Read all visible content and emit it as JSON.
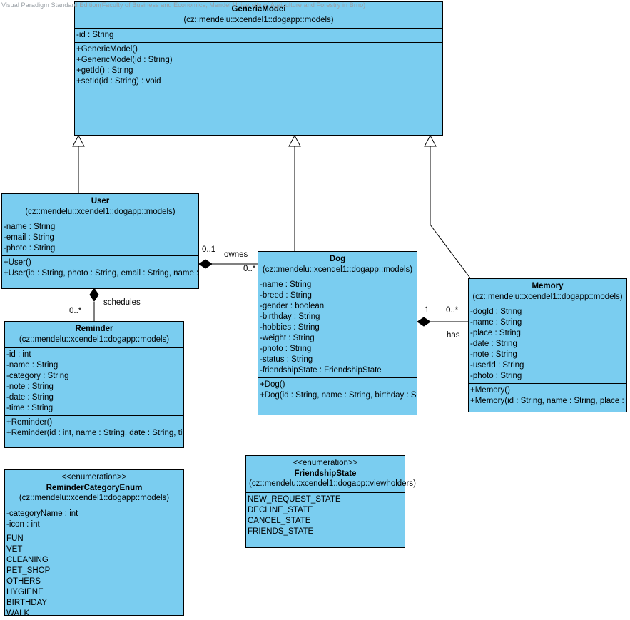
{
  "meta": {
    "watermark": "Visual Paradigm Standard Edition(Faculty of Business and Economics, Mendel University of Agriculture and Forestry in Brno)",
    "fill_color": "#7acdf0",
    "line_color": "#000000",
    "background": "#ffffff"
  },
  "classes": {
    "generic_model": {
      "name": "GenericModel",
      "package": "(cz::mendelu::xcendel1::dogapp::models)",
      "attributes": [
        "-id : String"
      ],
      "operations": [
        "+GenericModel()",
        "+GenericModel(id : String)",
        "+getId() : String",
        "+setId(id : String) : void"
      ]
    },
    "user": {
      "name": "User",
      "package": "(cz::mendelu::xcendel1::dogapp::models)",
      "attributes": [
        "-name : String",
        "-email : String",
        "-photo : String"
      ],
      "operations": [
        "+User()",
        "+User(id : String, photo : String, email : String, name : ..."
      ]
    },
    "dog": {
      "name": "Dog",
      "package": "(cz::mendelu::xcendel1::dogapp::models)",
      "attributes": [
        "-name : String",
        "-breed : String",
        "-gender : boolean",
        "-birthday : String",
        "-hobbies : String",
        "-weight : String",
        "-photo : String",
        "-status : String",
        "-friendshipState : FriendshipState"
      ],
      "operations": [
        "+Dog()",
        "+Dog(id : String, name : String, birthday : S..."
      ]
    },
    "memory": {
      "name": "Memory",
      "package": "(cz::mendelu::xcendel1::dogapp::models)",
      "attributes": [
        "-dogId : String",
        "-name : String",
        "-place : String",
        "-date : String",
        "-note : String",
        "-userId : String",
        "-photo : String"
      ],
      "operations": [
        "+Memory()",
        "+Memory(id : String, name : String, place : ..."
      ]
    },
    "reminder": {
      "name": "Reminder",
      "package": "(cz::mendelu::xcendel1::dogapp::models)",
      "attributes": [
        "-id : int",
        "-name : String",
        "-category : String",
        "-note : String",
        "-date : String",
        "-time : String"
      ],
      "operations": [
        "+Reminder()",
        "+Reminder(id : int, name : String, date : String, ti..."
      ]
    },
    "reminder_category_enum": {
      "stereotype": "<<enumeration>>",
      "name": "ReminderCategoryEnum",
      "package": "(cz::mendelu::xcendel1::dogapp::models)",
      "attributes": [
        "-categoryName : int",
        "-icon : int"
      ],
      "literals": [
        "FUN",
        "VET",
        "CLEANING",
        "PET_SHOP",
        "OTHERS",
        "HYGIENE",
        "BIRTHDAY",
        "WALK"
      ]
    },
    "friendship_state_enum": {
      "stereotype": "<<enumeration>>",
      "name": "FriendshipState",
      "package": "(cz::mendelu::xcendel1::dogapp::viewholders)",
      "literals": [
        "NEW_REQUEST_STATE",
        "DECLINE_STATE",
        "CANCEL_STATE",
        "FRIENDS_STATE"
      ]
    }
  },
  "relations": {
    "user_owns_dog": {
      "label": "ownes",
      "source_multiplicity": "0..1",
      "target_multiplicity": "0..*"
    },
    "user_schedules_reminder": {
      "label": "schedules",
      "target_multiplicity": "0..*"
    },
    "dog_has_memory": {
      "label": "has",
      "source_multiplicity": "1",
      "target_multiplicity": "0..*"
    },
    "generalizations": [
      {
        "child": "User",
        "parent": "GenericModel"
      },
      {
        "child": "Dog",
        "parent": "GenericModel"
      },
      {
        "child": "Memory",
        "parent": "GenericModel"
      }
    ]
  }
}
